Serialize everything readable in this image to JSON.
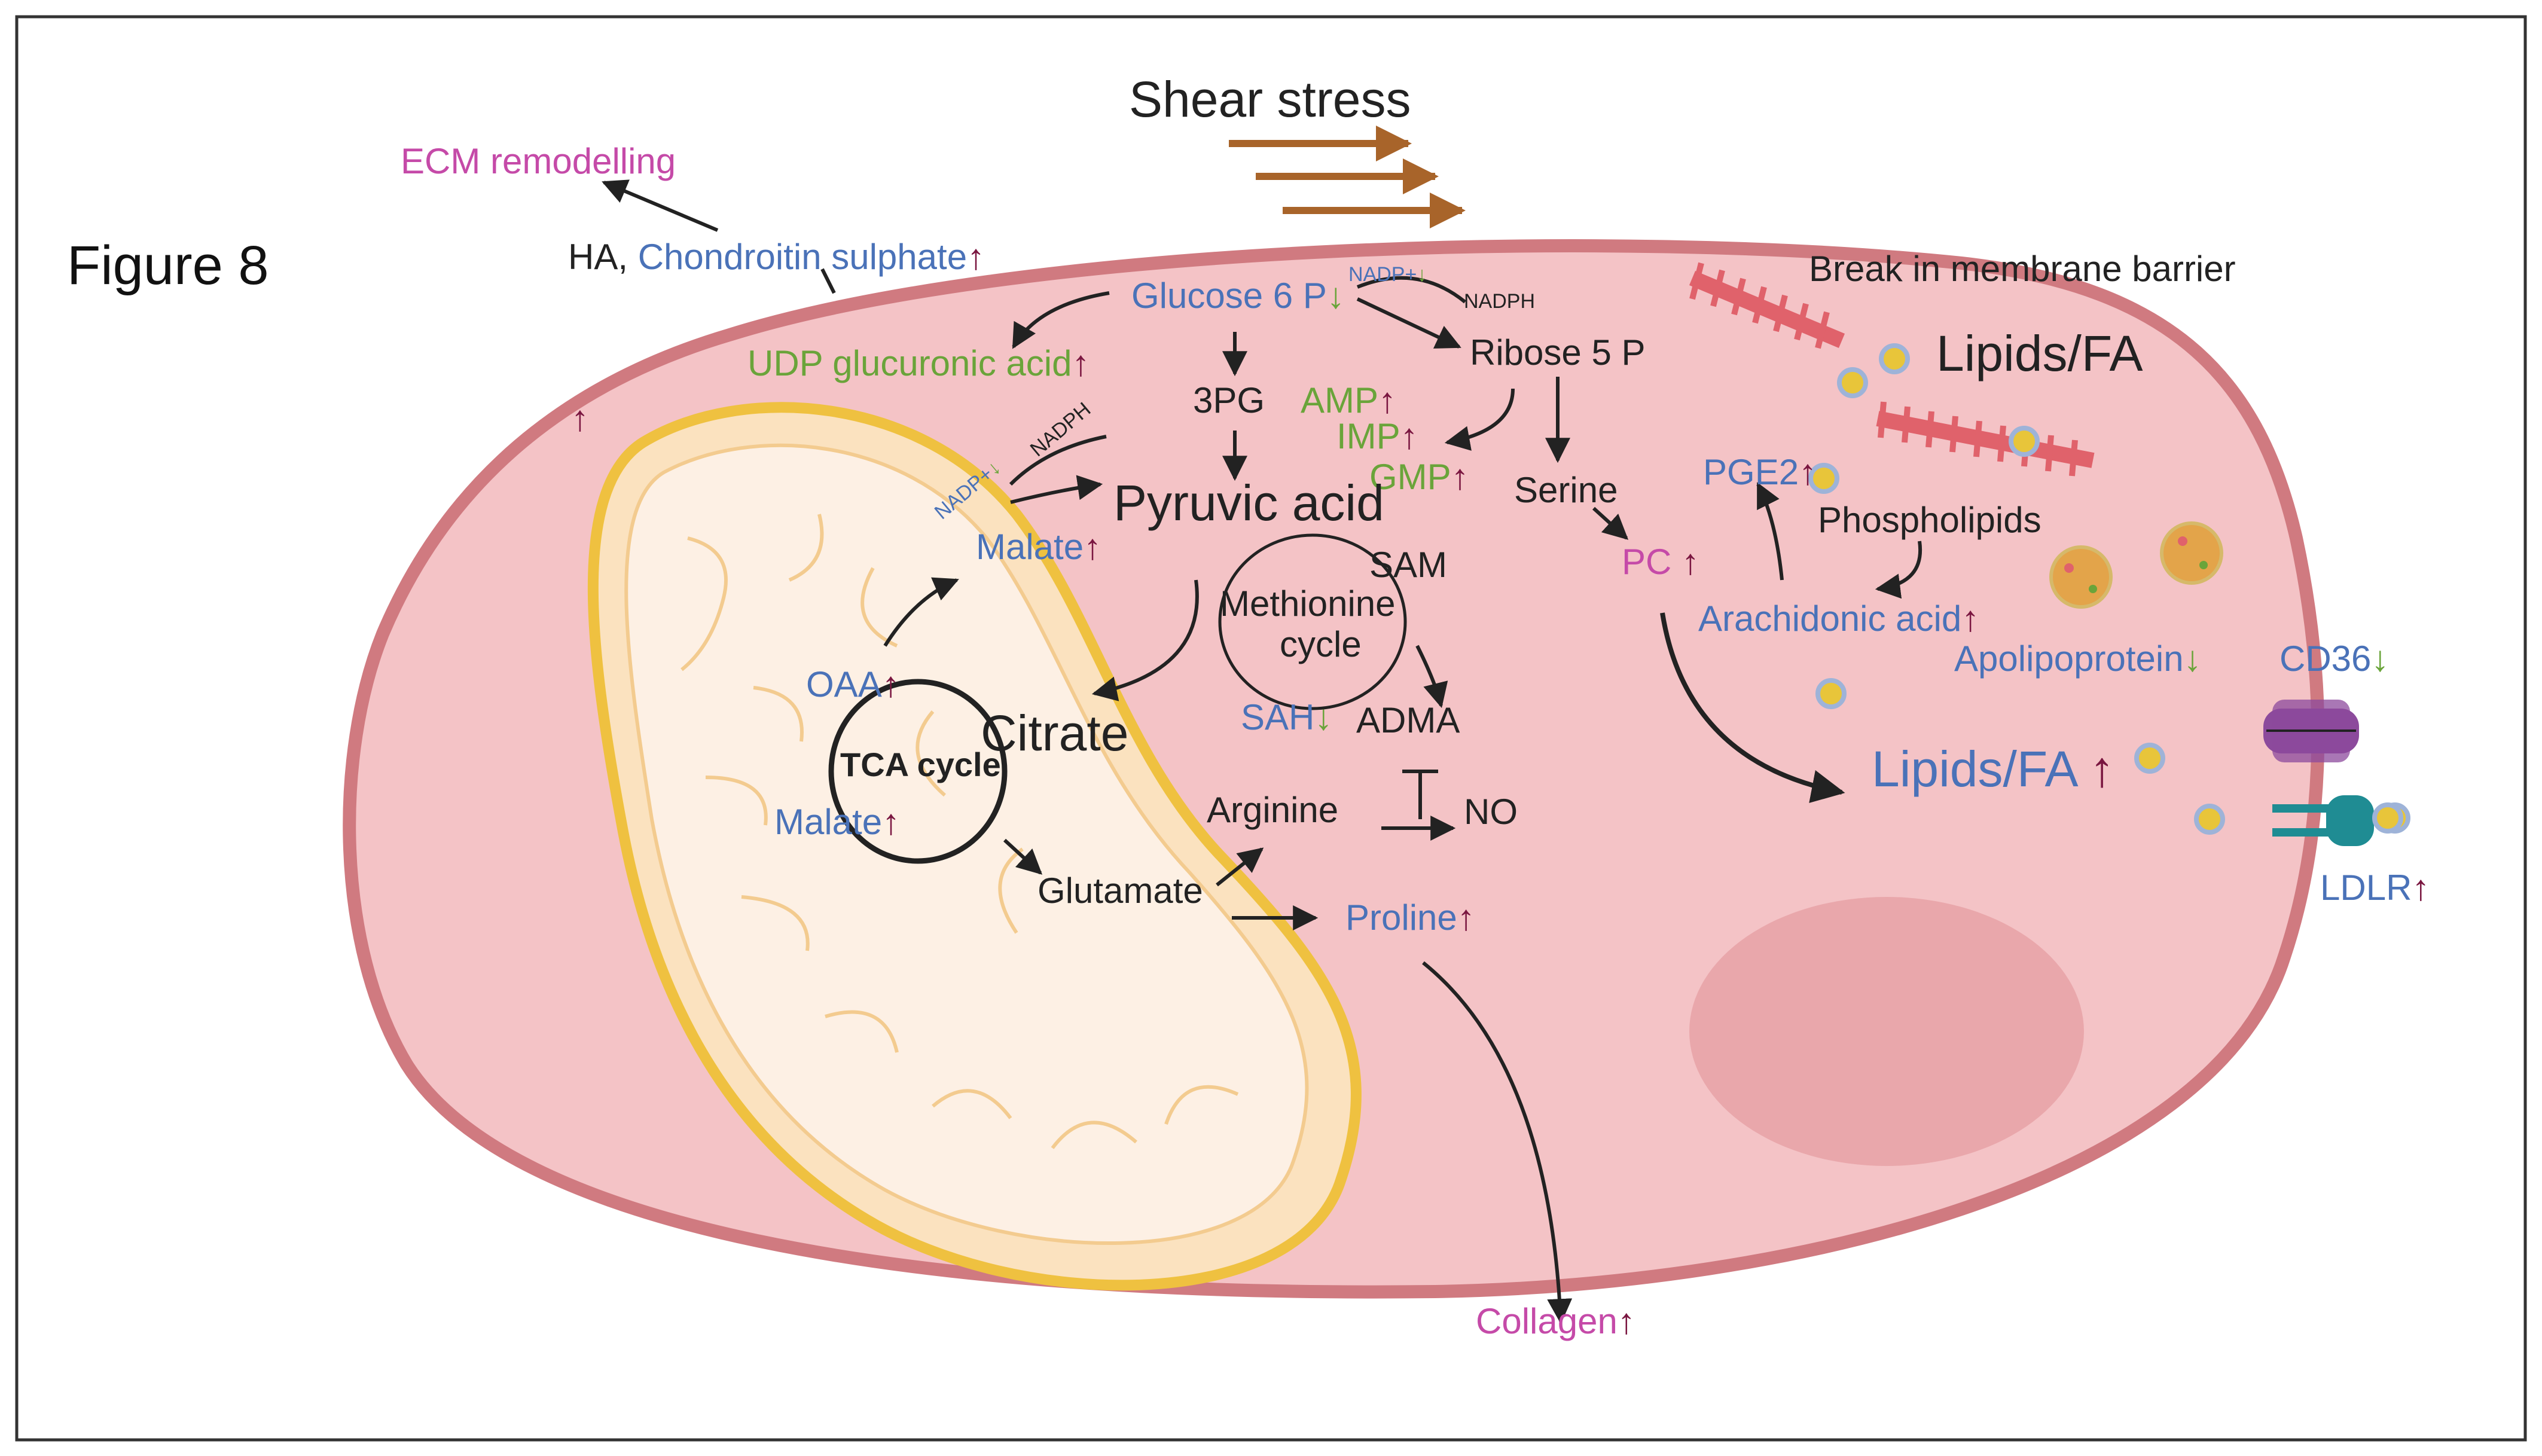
{
  "colors": {
    "frame": "#333333",
    "cell_fill": "#f4c3c6",
    "cell_border": "#d07a80",
    "nucleus": "#e9a7ab",
    "mito_outer": "#efc140",
    "mito_fill": "#fdf0e4",
    "shear_arrow": "#a8642a",
    "blue_text": "#4a72b8",
    "green_text": "#6aa43a",
    "magenta_text": "#c54aa8",
    "dark_text": "#222222",
    "up_arrow": "#7a1640",
    "down_arrow": "#6aa43a",
    "membrane_break": "#e0626b",
    "lipid_dot": "#e8c53a",
    "lipid_dot_ring": "#9eb3d8",
    "cd36": "#8c4a9c",
    "ldlr": "#1f8c93"
  },
  "labels": {
    "figure": "Figure 8",
    "shear_stress": "Shear stress",
    "ecm_remodelling": "ECM remodelling",
    "ha": "HA, ",
    "chondroitin": "Chondroitin sulphate",
    "break_membrane": "Break in membrane barrier",
    "lipids_fa_top": "Lipids/FA",
    "udp": "UDP glucuronic acid",
    "glucose6p": "Glucose 6 P",
    "nadp_top": "NADP+",
    "nadph_top": "NADPH",
    "ribose5p": "Ribose 5 P",
    "pg3": "3PG",
    "amp": "AMP",
    "imp": "IMP",
    "gmp": "GMP",
    "serine": "Serine",
    "pge2": "PGE2",
    "phospholipids": "Phospholipids",
    "pc": "PC",
    "arachidonic": "Arachidonic acid",
    "apolipoprotein": "Apolipoprotein",
    "cd36": "CD36",
    "nadp_mito": "NADP+",
    "nadph_mito": "NADPH",
    "pyruvic": "Pyruvic acid",
    "malate_top": "Malate",
    "sam": "SAM",
    "methionine": "Methionine",
    "cycle": "cycle",
    "oaa": "OAA",
    "citrate": "Citrate",
    "tca": "TCA cycle",
    "sah": "SAH",
    "adma": "ADMA",
    "malate_bottom": "Malate",
    "arginine": "Arginine",
    "no": "NO",
    "lipids_fa_mid": "Lipids/FA",
    "glutamate": "Glutamate",
    "proline": "Proline",
    "ldlr": "LDLR",
    "collagen": "Collagen",
    "up": "↑",
    "down": "↓"
  }
}
